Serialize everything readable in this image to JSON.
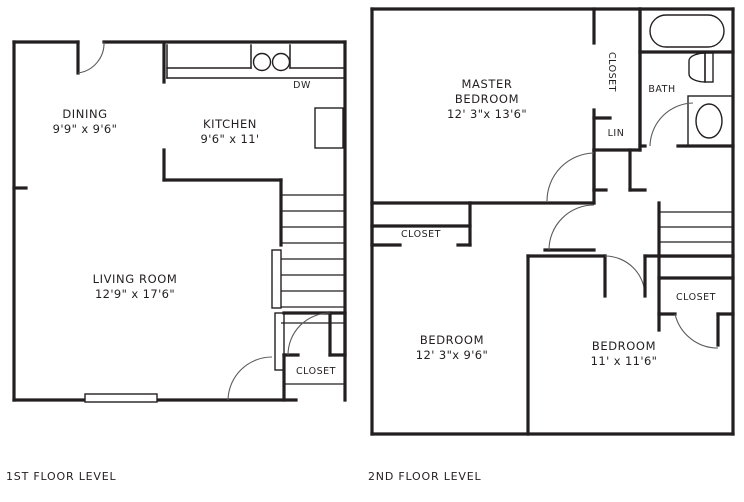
{
  "document": {
    "type": "floor-plan",
    "background_color": "#ffffff",
    "line_color": "#231f20"
  },
  "floor1": {
    "caption": "1ST FLOOR LEVEL",
    "rooms": [
      {
        "key": "dining",
        "name": "DINING",
        "dimensions": "9'9\" x 9'6\""
      },
      {
        "key": "kitchen",
        "name": "KITCHEN",
        "dimensions": "9'6\" x 11'"
      },
      {
        "key": "living",
        "name": "LIVING ROOM",
        "dimensions": "12'9\" x 17'6\""
      }
    ],
    "labels": [
      {
        "key": "dishwasher",
        "text": "DW"
      },
      {
        "key": "closet",
        "text": "CLOSET"
      }
    ],
    "features": [
      "entry-door",
      "kitchen-counter",
      "cooktop-burners",
      "refrigerator",
      "staircase",
      "coat-closet",
      "living-room-window"
    ]
  },
  "floor2": {
    "caption": "2ND FLOOR LEVEL",
    "rooms": [
      {
        "key": "master",
        "name": "MASTER",
        "name2": "BEDROOM",
        "dimensions": "12' 3\"x 13'6\""
      },
      {
        "key": "bedroom2",
        "name": "BEDROOM",
        "dimensions": "12' 3\"x  9'6\""
      },
      {
        "key": "bedroom3",
        "name": "BEDROOM",
        "dimensions": "11' x 11'6\""
      }
    ],
    "labels": [
      {
        "key": "master-closet",
        "text": "CLOSET"
      },
      {
        "key": "linen",
        "text": "LIN"
      },
      {
        "key": "bath",
        "text": "BATH"
      },
      {
        "key": "bedroom2-closet",
        "text": "CLOSET"
      },
      {
        "key": "bedroom3-closet",
        "text": "CLOSET"
      }
    ],
    "features": [
      "bathtub",
      "toilet",
      "vanity-sink",
      "staircase",
      "hall-doors"
    ]
  }
}
